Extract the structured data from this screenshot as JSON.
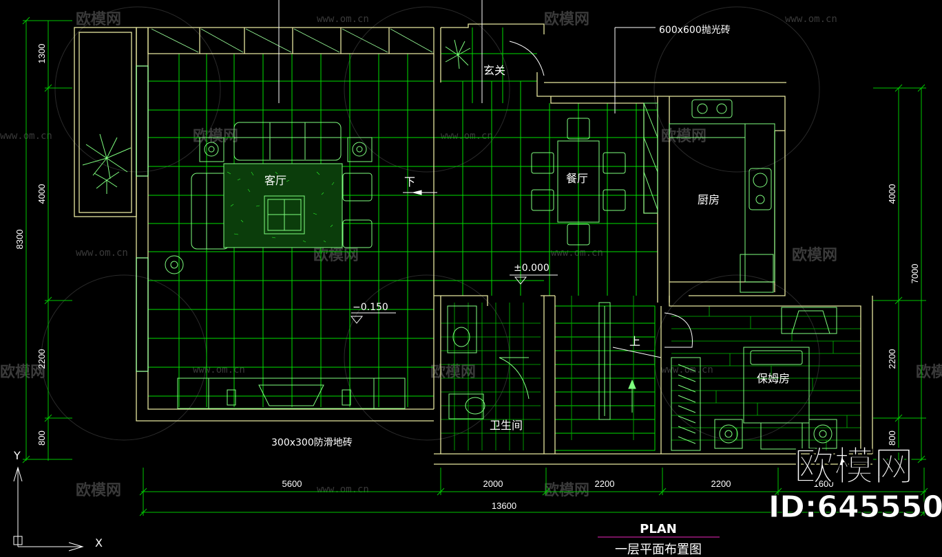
{
  "colors": {
    "background": "#000000",
    "wall": "#e8e8a0",
    "grid": "#00ff00",
    "furniture": "#7fff7f",
    "dimension": "#00c800",
    "text": "#ffffff",
    "watermark": "#3a3a3a",
    "title_underline": "#c0209a"
  },
  "rooms": {
    "living": "客厅",
    "dining": "餐厅",
    "foyer": "玄关",
    "kitchen": "厨房",
    "bathroom": "卫生间",
    "maid_room": "保姆房"
  },
  "annotations": {
    "floor_tile_upper": "600x600抛光砖",
    "floor_tile_lower": "300x300防滑地砖",
    "level_main": "±0.000",
    "level_living": "−0.150",
    "stair_down": "下",
    "stair_up": "上"
  },
  "dimensions": {
    "bottom": [
      "5600",
      "2000",
      "2200",
      "2200",
      "1600"
    ],
    "total": "13600",
    "left": [
      "1300",
      "4000",
      "2200",
      "800"
    ],
    "left_total": "8300",
    "right": [
      "4000",
      "2200",
      "800"
    ],
    "right_total": "7000"
  },
  "axes": {
    "x": "X",
    "y": "Y"
  },
  "title": {
    "plan": "PLAN",
    "name": "一层平面布置图"
  },
  "watermark": {
    "brand": "欧模网",
    "url": "www.om.cn",
    "id": "ID:645550"
  }
}
